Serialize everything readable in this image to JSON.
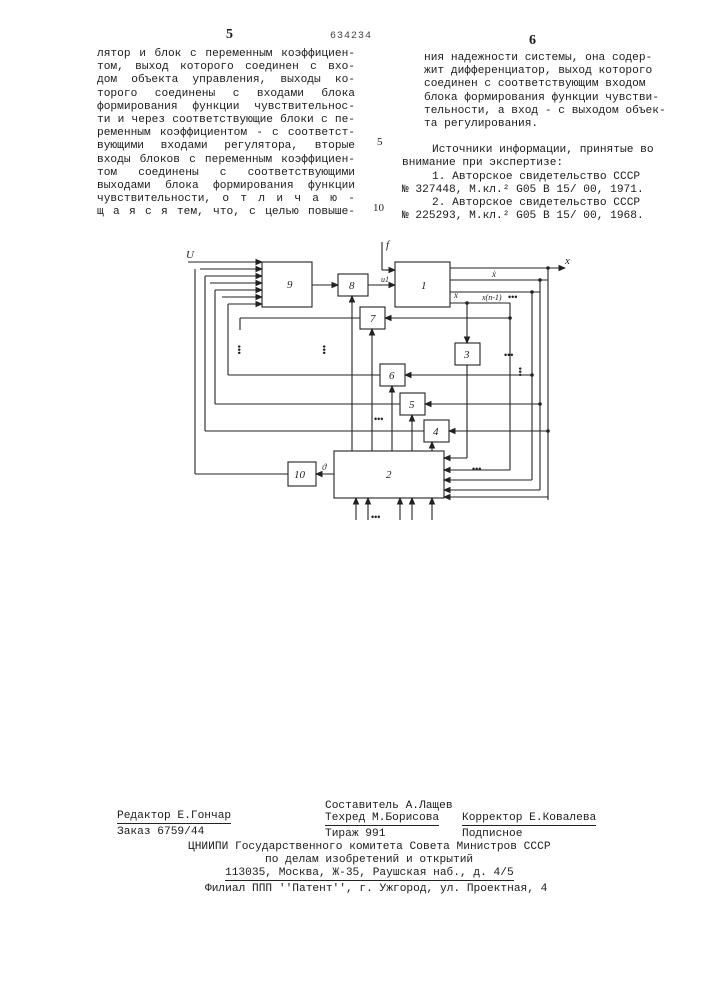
{
  "header": {
    "page_left": "5",
    "page_right": "6",
    "patent_number": "634234"
  },
  "left_column": [
    "лятор и блок с переменным коэффициен-",
    "том, выход которого соединен с вхо-",
    "дом объекта управления, выходы ко-",
    "торого соединены с входами блока",
    "формирования функции чувствительнос-",
    "ти и через соответствующие блоки с пе-",
    "ременным коэффициентом - с соответст-",
    "вующими входами регулятора, вторые",
    "входы блоков с переменным коэффициен-",
    "том соединены с соответствующими",
    "выходами блока формирования функции",
    "чувствительности, о т л и ч а ю -",
    "щ а я с я тем, что, с целью повыше-"
  ],
  "right_column": [
    "ния надежности системы, она содер-",
    "жит дифференциатор, выход которого",
    "соединен с соответствующим входом",
    "блока формирования функции чувстви-",
    "тельности, а вход - с выходом объек-",
    "та регулирования.",
    "",
    "Источники информации, принятые во",
    "внимание при экспертизе:",
    "1. Авторское свидетельство СССР",
    "№ 327448, М.кл.² G05 В 15/ 00, 1971.",
    "2. Авторское свидетельство СССР",
    "№ 225293, М.кл.² G05 В 15/ 00, 1968."
  ],
  "line_numbers": [
    "5",
    "10"
  ],
  "diagram": {
    "input_u": "U",
    "input_f": "f",
    "output_x": "x",
    "label_u1": "u1",
    "label_xdot": "ẋ",
    "label_xdot2": "ẋ",
    "label_xn1": "x(n-1)",
    "label_theta": "ϑ",
    "blocks": [
      "1",
      "2",
      "3",
      "4",
      "5",
      "6",
      "7",
      "8",
      "9",
      "10"
    ],
    "dots": "•••"
  },
  "footer": {
    "editor": "Редактор Е.Гончар",
    "compiler": "Составитель А.Лащев",
    "techred": "Техред М.Борисова",
    "corrector": "Корректор Е.Ковалева",
    "order": "Заказ 6759/44",
    "circulation": "Тираж 991",
    "subscription": "Подписное",
    "org1": "ЦНИИПИ Государственного комитета Совета Министров СССР",
    "org2": "по делам изобретений и открытий",
    "address": "113035, Москва, Ж-35, Раушская наб., д. 4/5",
    "branch": "Филиал ППП ''Патент'', г. Ужгород, ул. Проектная, 4"
  }
}
